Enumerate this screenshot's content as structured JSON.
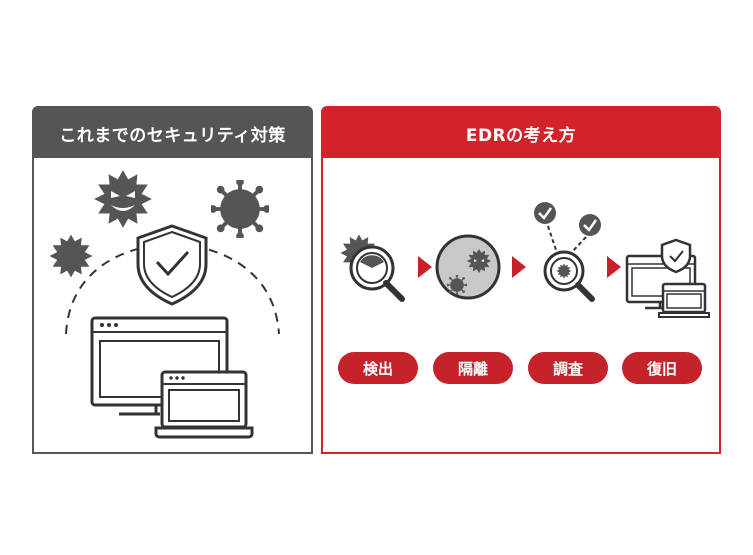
{
  "left_panel": {
    "title": "これまでのセキュリティ対策"
  },
  "right_panel": {
    "title": "EDRの考え方"
  },
  "steps": [
    {
      "label": "検出",
      "icon": "detect-magnifier-icon"
    },
    {
      "label": "隔離",
      "icon": "isolate-icon"
    },
    {
      "label": "調査",
      "icon": "investigate-icon"
    },
    {
      "label": "復旧",
      "icon": "recover-icon"
    }
  ],
  "colors": {
    "accent_red": "#d2232a",
    "gray": "#555555"
  }
}
